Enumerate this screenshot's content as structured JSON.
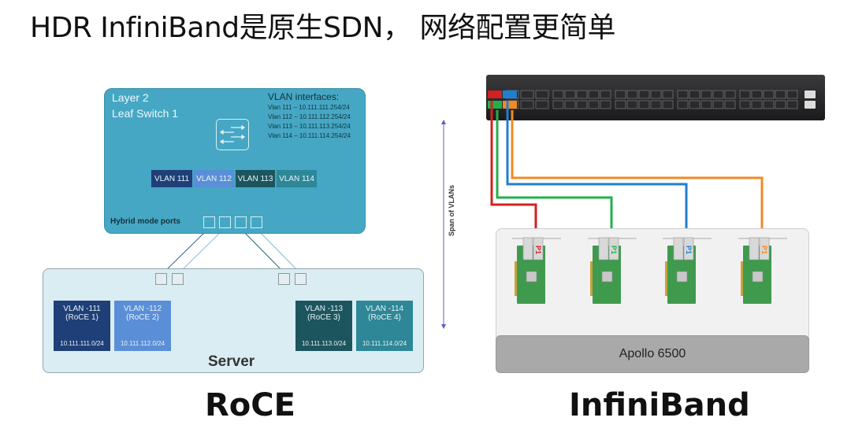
{
  "title": "HDR InfiniBand是原生SDN， 网络配置更简单",
  "roce": {
    "caption": "RoCE",
    "leaf_switch": {
      "title_line1": "Layer 2",
      "title_line2": "Leaf Switch 1",
      "vlan_interfaces_title": "VLAN interfaces:",
      "vlan_interfaces": [
        "Vlan 111 – 10.111.111.254/24",
        "Vlan 112 – 10.111.112.254/24",
        "Vlan 113 – 10.111.113.254/24",
        "Vlan 114 – 10.111.114.254/24"
      ],
      "vlans": [
        {
          "label": "VLAN 111",
          "color": "#1f3f78"
        },
        {
          "label": "VLAN 112",
          "color": "#5a8fd8"
        },
        {
          "label": "VLAN 113",
          "color": "#1d555e"
        },
        {
          "label": "VLAN 114",
          "color": "#2d8797"
        }
      ],
      "hybrid_ports_label": "Hybrid mode ports"
    },
    "server": {
      "label": "Server",
      "vlans": [
        {
          "label": "VLAN -111",
          "sub": "(RoCE 1)",
          "ip": "10.111.111.0/24",
          "color": "#1f3f78"
        },
        {
          "label": "VLAN -112",
          "sub": "(RoCE 2)",
          "ip": "10.111.112.0/24",
          "color": "#5a8fd8"
        },
        {
          "label": "VLAN -113",
          "sub": "(RoCE 3)",
          "ip": "10.111.113.0/24",
          "color": "#1d555e"
        },
        {
          "label": "VLAN -114",
          "sub": "(RoCE 4)",
          "ip": "10.111.114.0/24",
          "color": "#2d8797"
        }
      ]
    }
  },
  "span_label": "Span of VLANs",
  "infiniband": {
    "caption": "InfiniBand",
    "server_label": "Apollo 6500",
    "nic_port_label": "P1",
    "cables": [
      {
        "name": "red",
        "color": "#d42020"
      },
      {
        "name": "green",
        "color": "#22b04b"
      },
      {
        "name": "blue",
        "color": "#1f7fd0"
      },
      {
        "name": "orange",
        "color": "#f08a24"
      }
    ]
  }
}
